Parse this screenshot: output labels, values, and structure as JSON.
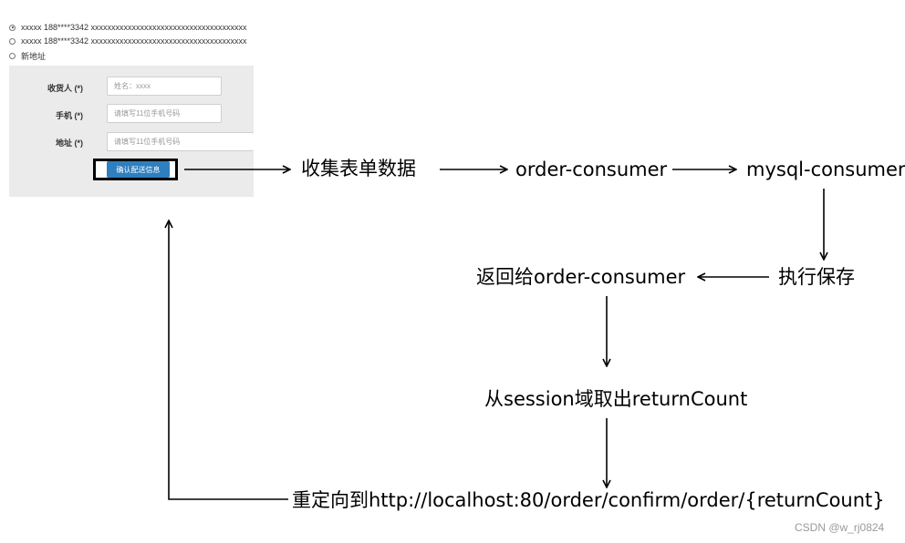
{
  "form": {
    "address_options": [
      {
        "text": "xxxxx 188****3342 xxxxxxxxxxxxxxxxxxxxxxxxxxxxxxxxxxxxxx",
        "checked": true
      },
      {
        "text": "xxxxx 188****3342 xxxxxxxxxxxxxxxxxxxxxxxxxxxxxxxxxxxxxx",
        "checked": false
      },
      {
        "text": "新地址",
        "checked": false
      }
    ],
    "receiver_label": "收货人 (*)",
    "receiver_placeholder": "姓名：xxxx",
    "phone_label": "手机 (*)",
    "phone_placeholder": "请填写11位手机号码",
    "address_label": "地址 (*)",
    "address_placeholder": "请填写11位手机号码",
    "confirm_button": "确认配送信息"
  },
  "flow": {
    "collect": "收集表单数据",
    "order_consumer": "order-consumer",
    "mysql_consumer": "mysql-consumer",
    "save": "执行保存",
    "return_to": "返回给order-consumer",
    "session": "从session域取出returnCount",
    "redirect": "重定向到http://localhost:80/order/confirm/order/{returnCount}"
  },
  "watermark": "CSDN @w_rj0824"
}
